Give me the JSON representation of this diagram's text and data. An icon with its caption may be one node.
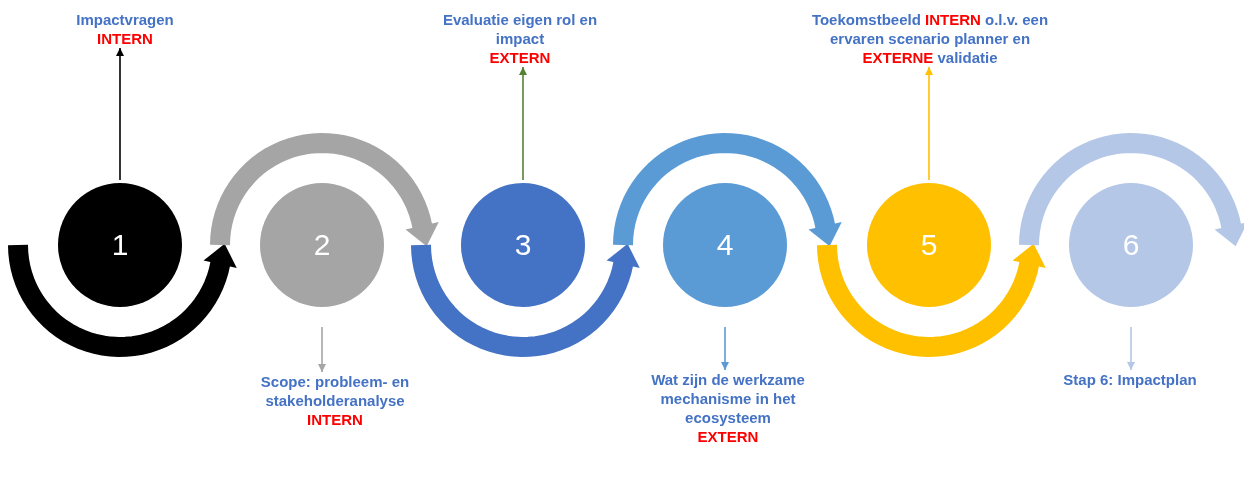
{
  "diagram": {
    "nodes": [
      {
        "text": [
          "1"
        ]
      },
      {
        "text": [
          "2"
        ]
      },
      {
        "text": [
          "3"
        ]
      },
      {
        "text": [
          "4"
        ]
      },
      {
        "text": [
          "5"
        ]
      },
      {
        "text": [
          "6"
        ]
      },
      {
        "text": [
          "Impactvragen",
          "INTERN"
        ]
      },
      {
        "text": [
          "Scope: probleem- en stakeholderanalyse",
          "INTERN"
        ]
      },
      {
        "text": [
          "Evaluatie eigen rol en impact",
          "EXTERN"
        ]
      },
      {
        "text": [
          "Wat zijn de werkzame mechanisme in het ecosysteem",
          "EXTERN"
        ]
      },
      {
        "text": [
          "Toekomstbeeld **INTERN** o.l.v. een ervaren scenario planner en **EXTERNE** validatie"
        ]
      },
      {
        "text": [
          "Stap 6: Impactplan"
        ]
      }
    ],
    "edges": [
      {
        "from": 0,
        "to": 6,
        "arrow": "to",
        "color": "#000000"
      },
      {
        "from": 1,
        "to": 7,
        "arrow": "to",
        "color": "#a5a5a5"
      },
      {
        "from": 2,
        "to": 8,
        "arrow": "to",
        "color": "#548235"
      },
      {
        "from": 3,
        "to": 9,
        "arrow": "to",
        "color": "#5b9bd5"
      },
      {
        "from": 4,
        "to": 10,
        "arrow": "to",
        "color": "#ffc000"
      },
      {
        "from": 5,
        "to": 11,
        "arrow": "to",
        "color": "#b4c7e7"
      }
    ]
  }
}
